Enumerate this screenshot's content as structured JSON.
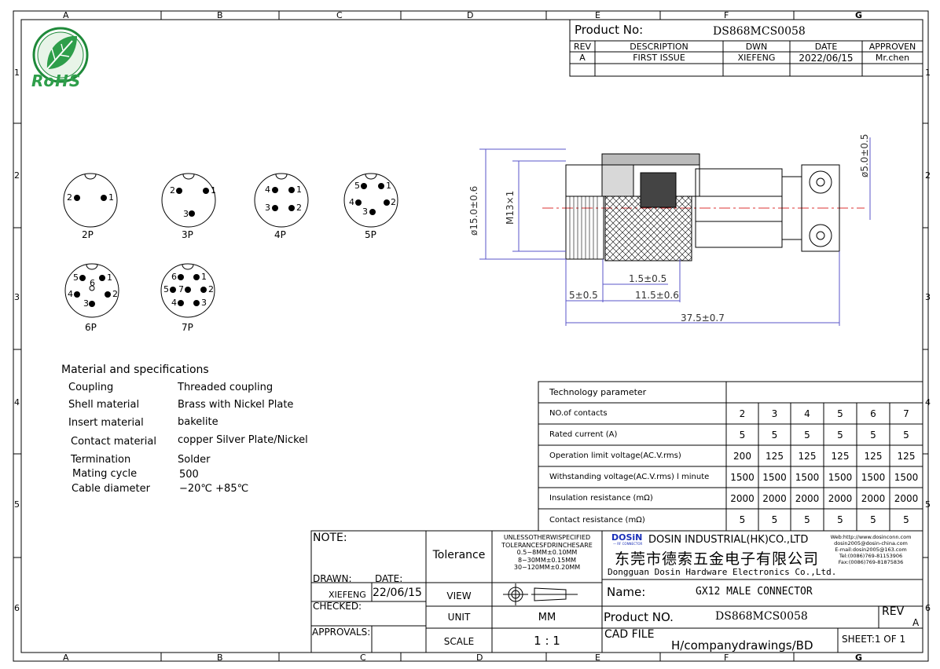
{
  "border_columns": [
    "A",
    "B",
    "C",
    "D",
    "E",
    "F",
    "G"
  ],
  "border_rows": [
    "1",
    "2",
    "3",
    "4",
    "5",
    "6"
  ],
  "logo": {
    "text": "RoHS"
  },
  "revision_block": {
    "product_no_label": "Product No:",
    "product_no_value": "DS868MCS0058",
    "headers": [
      "REV",
      "DESCRIPTION",
      "DWN",
      "DATE",
      "APPROVEN"
    ],
    "row": [
      "A",
      "FIRST ISSUE",
      "XIEFENG",
      "2022/06/15",
      "Mr.chen"
    ]
  },
  "pin_layouts": [
    {
      "label": "2P",
      "pins": [
        "2",
        "1"
      ]
    },
    {
      "label": "3P",
      "pins": [
        "2",
        "1",
        "3"
      ]
    },
    {
      "label": "4P",
      "pins": [
        "4",
        "1",
        "3",
        "2"
      ]
    },
    {
      "label": "5P",
      "pins": [
        "5",
        "1",
        "4",
        "2",
        "3"
      ]
    },
    {
      "label": "6P",
      "pins": [
        "5",
        "6",
        "1",
        "4",
        "2",
        "3"
      ]
    },
    {
      "label": "7P",
      "pins": [
        "6",
        "1",
        "5",
        "7",
        "2",
        "4",
        "3"
      ]
    }
  ],
  "dimensions": {
    "body_diameter": "ø15.0±0.6",
    "thread": "M13×1",
    "cable_hole": "ø5.0±0.5",
    "d1": "1.5±0.5",
    "d2": "5±0.5",
    "d3": "11.5±0.6",
    "overall": "37.5±0.7"
  },
  "specs": {
    "title": "Material and specifications",
    "rows": [
      {
        "label": "Coupling",
        "value": "Threaded coupling"
      },
      {
        "label": "Shell material",
        "value": "Brass with Nickel  Plate"
      },
      {
        "label": "Insert material",
        "value": "bakelite"
      },
      {
        "label": "Contact material",
        "value": "copper Silver Plate/Nickel"
      },
      {
        "label": "Termination",
        "value": "Solder"
      },
      {
        "label": "Mating cycle",
        "value": "500"
      },
      {
        "label": "Cable diameter",
        "value": "−20℃  +85℃"
      }
    ]
  },
  "tech_table": {
    "title": "Technology parameter",
    "rows": [
      {
        "label": "NO.of contacts",
        "values": [
          "2",
          "3",
          "4",
          "5",
          "6",
          "7"
        ]
      },
      {
        "label": "Rated current (A)",
        "values": [
          "5",
          "5",
          "5",
          "5",
          "5",
          "5"
        ]
      },
      {
        "label": "Operation limit voltage(AC.V.rms)",
        "values": [
          "200",
          "125",
          "125",
          "125",
          "125",
          "125"
        ]
      },
      {
        "label": "Withstanding voltage(AC.V.rms) l minute",
        "values": [
          "1500",
          "1500",
          "1500",
          "1500",
          "1500",
          "1500"
        ]
      },
      {
        "label": "Insulation resistance (mΩ)",
        "values": [
          "2000",
          "2000",
          "2000",
          "2000",
          "2000",
          "2000"
        ]
      },
      {
        "label": "Contact resistance (mΩ)",
        "values": [
          "5",
          "5",
          "5",
          "5",
          "5",
          "5"
        ]
      }
    ]
  },
  "title_block": {
    "note_label": "NOTE:",
    "drawn_label": "DRAWN:",
    "date_label": "DATE:",
    "drawn_value": "XIEFENG",
    "date_value": "22/06/15",
    "checked_label": "CHECKED:",
    "approvals_label": "APPROVALS:",
    "tolerance_label": "Tolerance",
    "tolerance_lines": [
      "UNLESSOTHERWISPECIFIED",
      "TOLERANCESFDRINCHESARE",
      "0.5−8MM±0.10MM",
      "8−30MM±0.15MM",
      "30−120MM±0.20MM"
    ],
    "view_label": "VIEW",
    "unit_label": "UNIT",
    "unit_value": "MM",
    "scale_label": "SCALE",
    "scale_value": "1 : 1",
    "brand": "DOSiN",
    "brand_sub": "— RF CONNECTOR",
    "company_en": "DOSIN INDUSTRIAL(HK)CO.,LTD",
    "company_cn": "东莞市德索五金电子有限公司",
    "company_local": "Dongguan Dosin Hardware Electronics Co.,Ltd.",
    "contact_lines": [
      "Web:http://www.dosinconn.com",
      "dosin2005@dosin-china.com",
      "E-mail:dosin2005@163.com",
      "Tel:(0086)769-81153906",
      "Fax:(0086)769-81875836"
    ],
    "name_label": "Name:",
    "name_value": "GX12 MALE CONNECTOR",
    "product_label": "Product NO.",
    "product_value": "DS868MCS0058",
    "rev_label": "REV",
    "rev_value": "A",
    "cad_label": "CAD FILE",
    "cad_value": "H/companydrawings/BD",
    "sheet": "SHEET:1 OF 1"
  }
}
